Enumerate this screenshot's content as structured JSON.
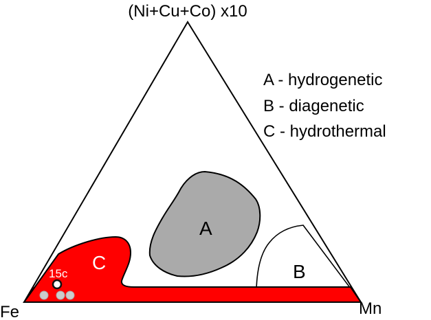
{
  "diagram": {
    "apex_top": "(Ni+Cu+Co) x10",
    "apex_left": "Fe",
    "apex_right": "Mn",
    "legend": [
      "A - hydrogenetic",
      "B - diagenetic",
      "C - hydrothermal"
    ],
    "fields": {
      "A": {
        "label": "A",
        "fill": "#aaaaaa"
      },
      "B": {
        "label": "B",
        "fill": "#ffffff"
      },
      "C": {
        "label": "C",
        "fill": "#ff0000"
      }
    },
    "sample_label": "15c",
    "band_gradient": [
      "#ff0000",
      "#8b0000",
      "#3b0a0a"
    ],
    "sample_point_colors": {
      "highlighted": "#111111",
      "others": "#cccccc"
    }
  }
}
